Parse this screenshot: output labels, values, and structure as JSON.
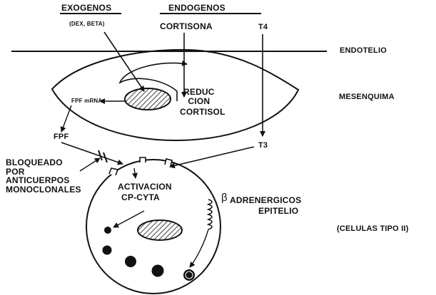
{
  "labels": {
    "exogenos": "EXOGENOS",
    "dex_beta": "(DEX, BETA)",
    "endogenos": "ENDOGENOS",
    "cortisona": "CORTISONA",
    "t4": "T4",
    "endotelio": "ENDOTELIO",
    "mesenquima": "MESENQUIMA",
    "fpf_mrna": "FPF mRNA",
    "reduccion_line1": "REDUC",
    "reduccion_line2": "CION",
    "cortisol": "CORTISOL",
    "fpf": "FPF",
    "t3": "T3",
    "bloqueado_line1": "BLOQUEADO",
    "bloqueado_line2": "POR",
    "bloqueado_line3": "ANTICUERPOS",
    "bloqueado_line4": "MONOCLONALES",
    "activacion": "ACTIVACION",
    "cp_cyta": "CP-CYTA",
    "beta_symbol": "β",
    "adrenergicos": "ADRENERGICOS",
    "epitelio": "EPITELIO",
    "celulas_tipo_ii": "(CELULAS TIPO II)"
  },
  "colors": {
    "ink": "#111111",
    "background": "#ffffff"
  }
}
